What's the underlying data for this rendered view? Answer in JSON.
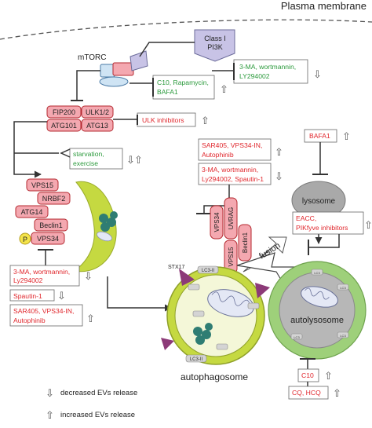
{
  "title": "Plasma membrane",
  "mtorc_label": "mTORC",
  "class1_pi3k": [
    "Class I",
    "PI3K"
  ],
  "inhibitors": {
    "pi3k": [
      "3-MA, wortmannin,",
      "LY294002"
    ],
    "mtorc": [
      "C10, Rapamycin,",
      "BAFA1"
    ],
    "ulk": [
      "ULK inhibitors"
    ],
    "starvation": [
      "starvation,",
      "exercise"
    ],
    "sar_top": [
      "SAR405, VPS34-IN,",
      "Autophinib"
    ],
    "ma_top": [
      "3-MA, wortmannin,",
      "Ly294002, Spautin-1"
    ],
    "bafa1": [
      "BAFA1"
    ],
    "eacc": [
      "EACC,",
      "PIKfyve inhibitors"
    ],
    "ma_bottom": [
      "3-MA, wortmannin,",
      "Ly294002"
    ],
    "spautin": [
      "Spautin-1"
    ],
    "sar_bottom": [
      "SAR405, VPS34-IN,",
      "Autophinib"
    ],
    "c10": [
      "C10"
    ],
    "cq": [
      "CQ, HCQ"
    ]
  },
  "ulk_complex": [
    "FIP200",
    "ULK1/2",
    "ATG101",
    "ATG13"
  ],
  "pi3k_complex": [
    "VPS15",
    "NRBF2",
    "ATG14",
    "Beclin1",
    "VPS34"
  ],
  "p_label": "P",
  "uvrag_complex": [
    "VPS34",
    "UVRAG",
    "VPS15",
    "Beclin1"
  ],
  "labels": {
    "lysosome": "lysosome",
    "autolysosome": "autolysosome",
    "autophagosome": "autophagosome",
    "fusion": "fusion",
    "stx17": "STX17",
    "lc3": "LC3-II",
    "lc3_small": "LC3"
  },
  "legend": {
    "decreased": "decreased EVs release",
    "increased": "increased EVs release"
  },
  "colors": {
    "red_text": "#e0262c",
    "green_text": "#2b9a3c",
    "pink_box": "#f4a8b0",
    "box_border": "#b4282f",
    "membrane": "#c5d941",
    "lysosome_gray": "#a9a9a9",
    "autolyso_green": "#9ed07a",
    "stx17_purple": "#8c3a78",
    "pi3k_purple": "#c8c3e6",
    "teal": "#2f7d73"
  }
}
